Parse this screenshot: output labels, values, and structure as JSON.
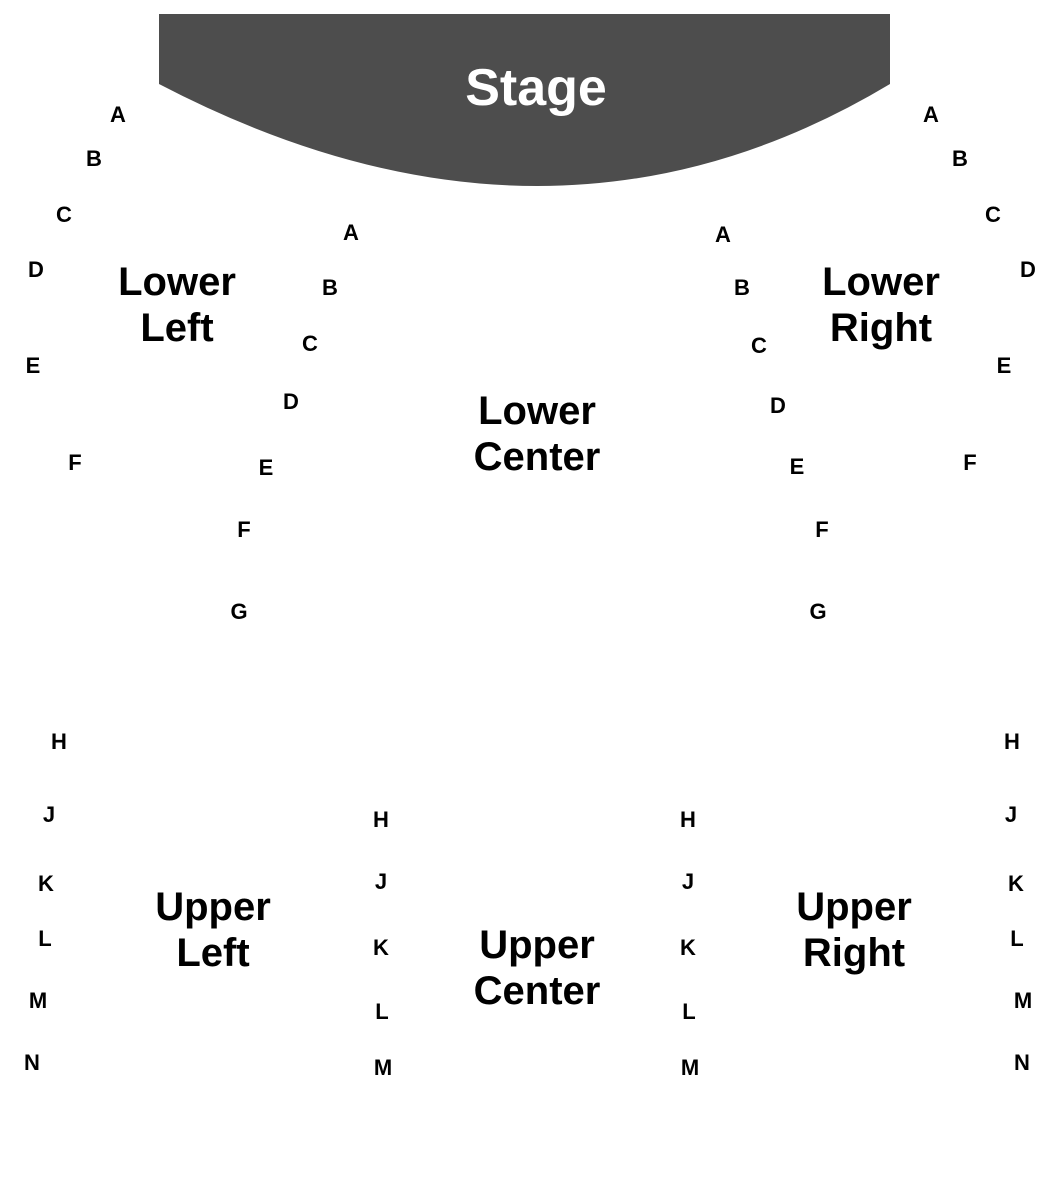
{
  "stage": {
    "label": "Stage",
    "color": "#4d4d4d"
  },
  "sections": {
    "lower_left": "Lower\nLeft",
    "lower_right": "Lower\nRight",
    "lower_center": "Lower\nCenter",
    "upper_left": "Upper\nLeft",
    "upper_center": "Upper\nCenter",
    "upper_right": "Upper\nRight"
  },
  "rows": {
    "lower_left_outer": [
      "A",
      "B",
      "C",
      "D",
      "E",
      "F"
    ],
    "lower_left_inner": [
      "A",
      "B",
      "C",
      "D",
      "E",
      "F",
      "G"
    ],
    "lower_right_inner": [
      "A",
      "B",
      "C",
      "D",
      "E",
      "F",
      "G"
    ],
    "lower_right_outer": [
      "A",
      "B",
      "C",
      "D",
      "E",
      "F"
    ],
    "upper_left_outer": [
      "H",
      "J",
      "K",
      "L",
      "M",
      "N"
    ],
    "upper_center_left": [
      "H",
      "J",
      "K",
      "L",
      "M"
    ],
    "upper_center_right": [
      "H",
      "J",
      "K",
      "L",
      "M"
    ],
    "upper_right_outer": [
      "H",
      "J",
      "K",
      "L",
      "M",
      "N"
    ]
  }
}
